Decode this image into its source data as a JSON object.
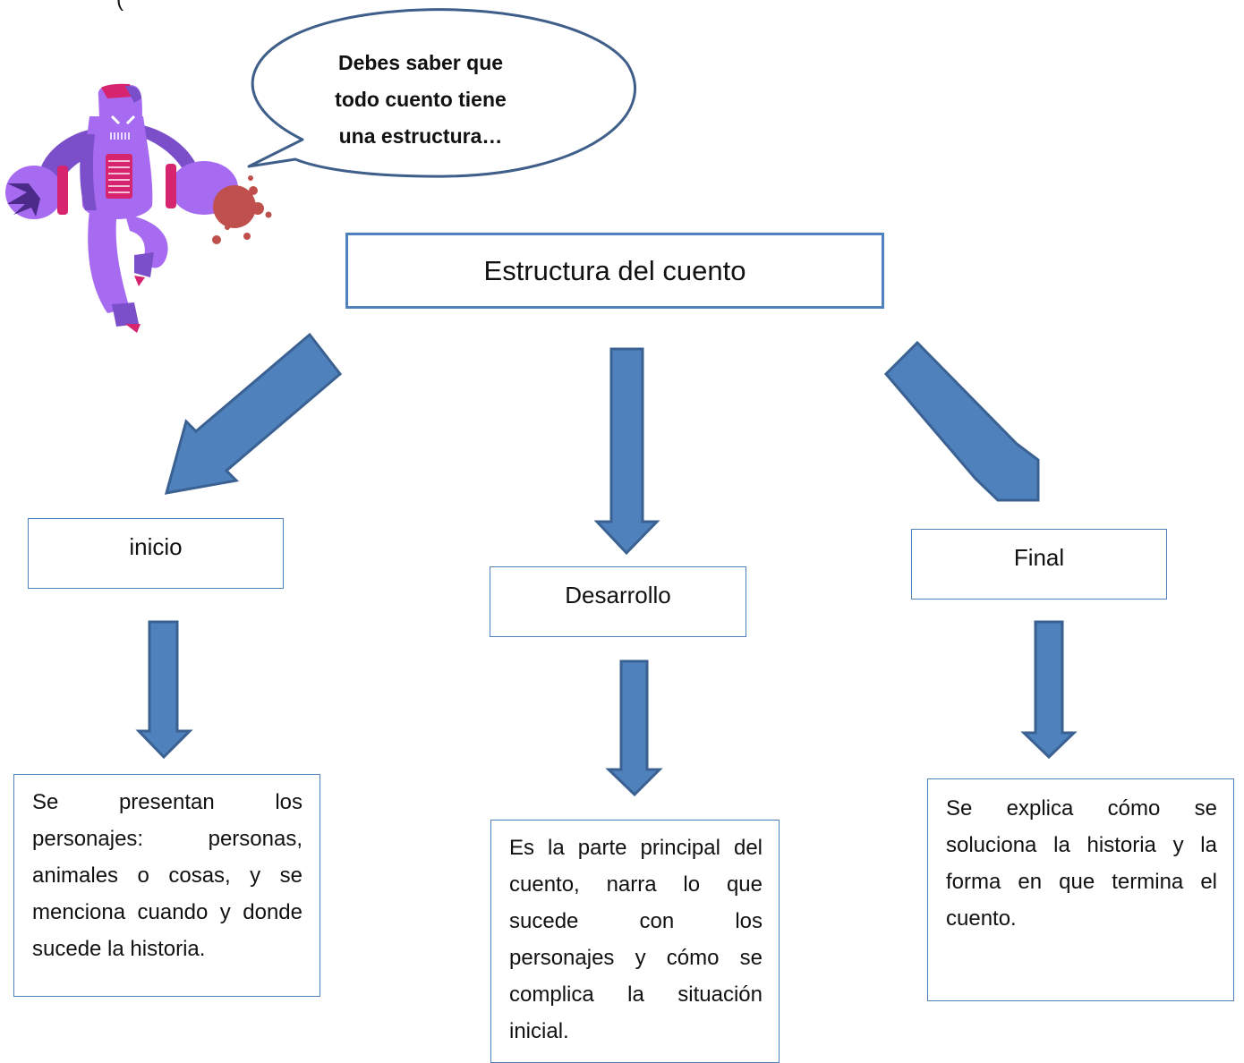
{
  "page": {
    "top_fragment": "(",
    "speech_bubble": {
      "lines": [
        "Debes saber que",
        "todo cuento tiene",
        "una estructura…"
      ]
    },
    "diagram": {
      "title": "Estructura del cuento",
      "sections": [
        {
          "label": "inicio",
          "description": "Se presentan los personajes: personas, animales o cosas, y se menciona cuando y donde sucede la historia."
        },
        {
          "label": "Desarrollo",
          "description": "Es la parte principal del cuento, narra lo que sucede con los personajes y cómo se complica la situación inicial."
        },
        {
          "label": "Final",
          "description": "Se explica cómo se soluciona la historia y la forma en que termina el cuento."
        }
      ]
    }
  },
  "colors": {
    "arrow_fill": "#4f81bd",
    "arrow_stroke": "#3a6191",
    "box_border": "#4f81bd",
    "bubble_stroke": "#3f5f8a",
    "robot_purple": "#a66bf0",
    "robot_dark_purple": "#7b4fc9",
    "robot_accent": "#d6246e",
    "blob_red": "#c0504d"
  }
}
